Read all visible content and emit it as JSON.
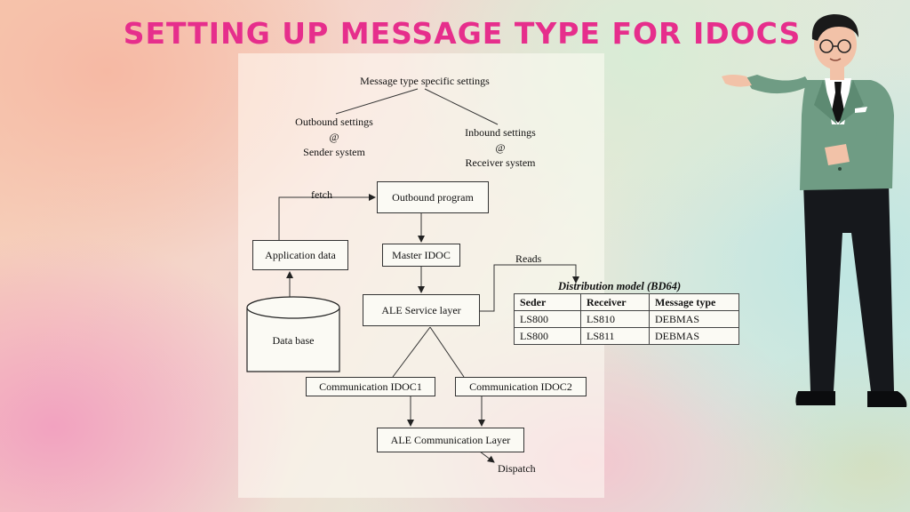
{
  "title": "SETTING UP MESSAGE TYPE FOR IDOCS",
  "diagram": {
    "root": "Message type specific settings",
    "outbound": {
      "line1": "Outbound settings",
      "line2": "@",
      "line3": "Sender system"
    },
    "inbound": {
      "line1": "Inbound settings",
      "line2": "@",
      "line3": "Receiver system"
    },
    "fetch_label": "fetch",
    "outbound_program": "Outbound program",
    "application_data": "Application data",
    "master_idoc": "Master IDOC",
    "reads_label": "Reads",
    "ale_service_layer": "ALE Service layer",
    "database": "Data base",
    "communication_idoc1": "Communication IDOC1",
    "communication_idoc2": "Communication IDOC2",
    "ale_communication_layer": "ALE Communication Layer",
    "dispatch_label": "Dispatch"
  },
  "distribution_model": {
    "title": "Distribution model (BD64)",
    "headers": [
      "Seder",
      "Receiver",
      "Message type"
    ],
    "rows": [
      [
        "LS800",
        "LS810",
        "DEBMAS"
      ],
      [
        "LS800",
        "LS811",
        "DEBMAS"
      ]
    ]
  },
  "colors": {
    "title": "#e62e8c",
    "jacket": "#6f9c84",
    "trousers": "#16181c"
  }
}
